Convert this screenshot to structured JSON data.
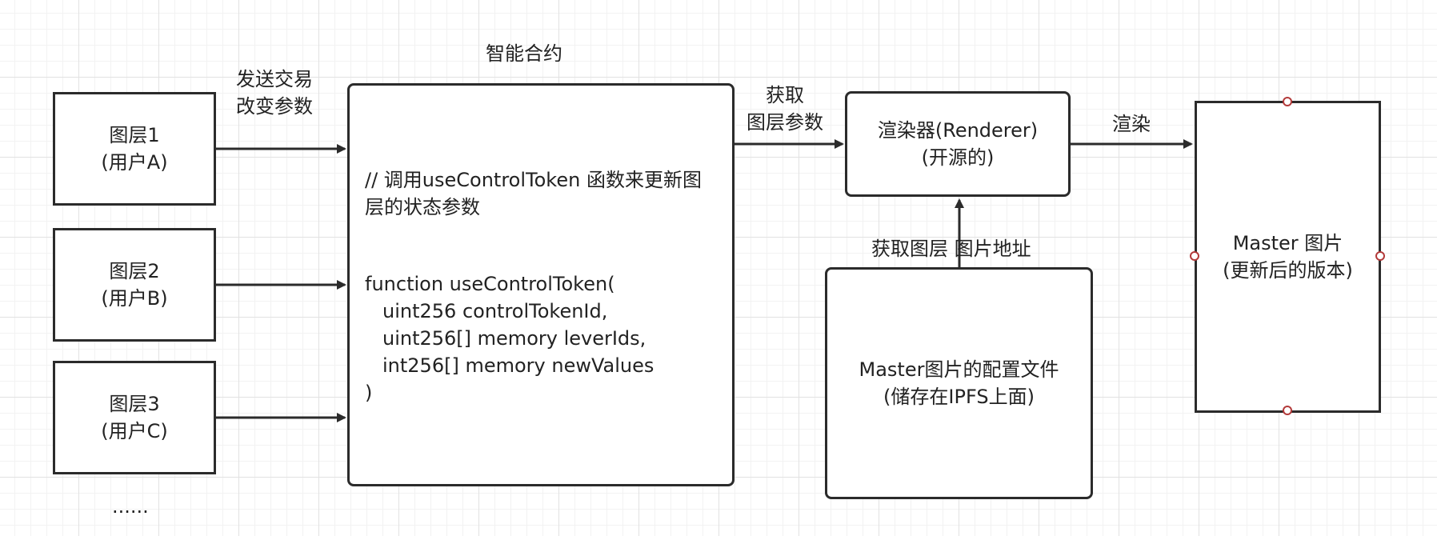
{
  "layers": [
    {
      "title": "图层1",
      "user": "(用户A)"
    },
    {
      "title": "图层2",
      "user": "(用户B)"
    },
    {
      "title": "图层3",
      "user": "(用户C)"
    }
  ],
  "more": "......",
  "contract": {
    "title": "智能合约",
    "comment_line1": "// 调用useControlToken 函数来更新图",
    "comment_line2": "层的状态参数",
    "code": [
      "function useControlToken(",
      "uint256 controlTokenId,",
      "uint256[] memory leverIds,",
      "int256[] memory newValues",
      ")"
    ]
  },
  "send_label": {
    "line1": "发送交易",
    "line2": "改变参数"
  },
  "fetch_label": {
    "line1": "获取",
    "line2": "图层参数"
  },
  "renderer": {
    "line1": "渲染器(Renderer)",
    "line2": "(开源的)"
  },
  "render_label": "渲染",
  "master_image": {
    "line1": "Master 图片",
    "line2": "(更新后的版本)"
  },
  "config_fetch_label": "获取图层 图片地址",
  "config_file": {
    "line1": "Master图片的配置文件",
    "line2": "(储存在IPFS上面)"
  },
  "colors": {
    "stroke": "#2b2b2b",
    "handle": "#b33a3a",
    "grid": "#e2e2e2"
  }
}
